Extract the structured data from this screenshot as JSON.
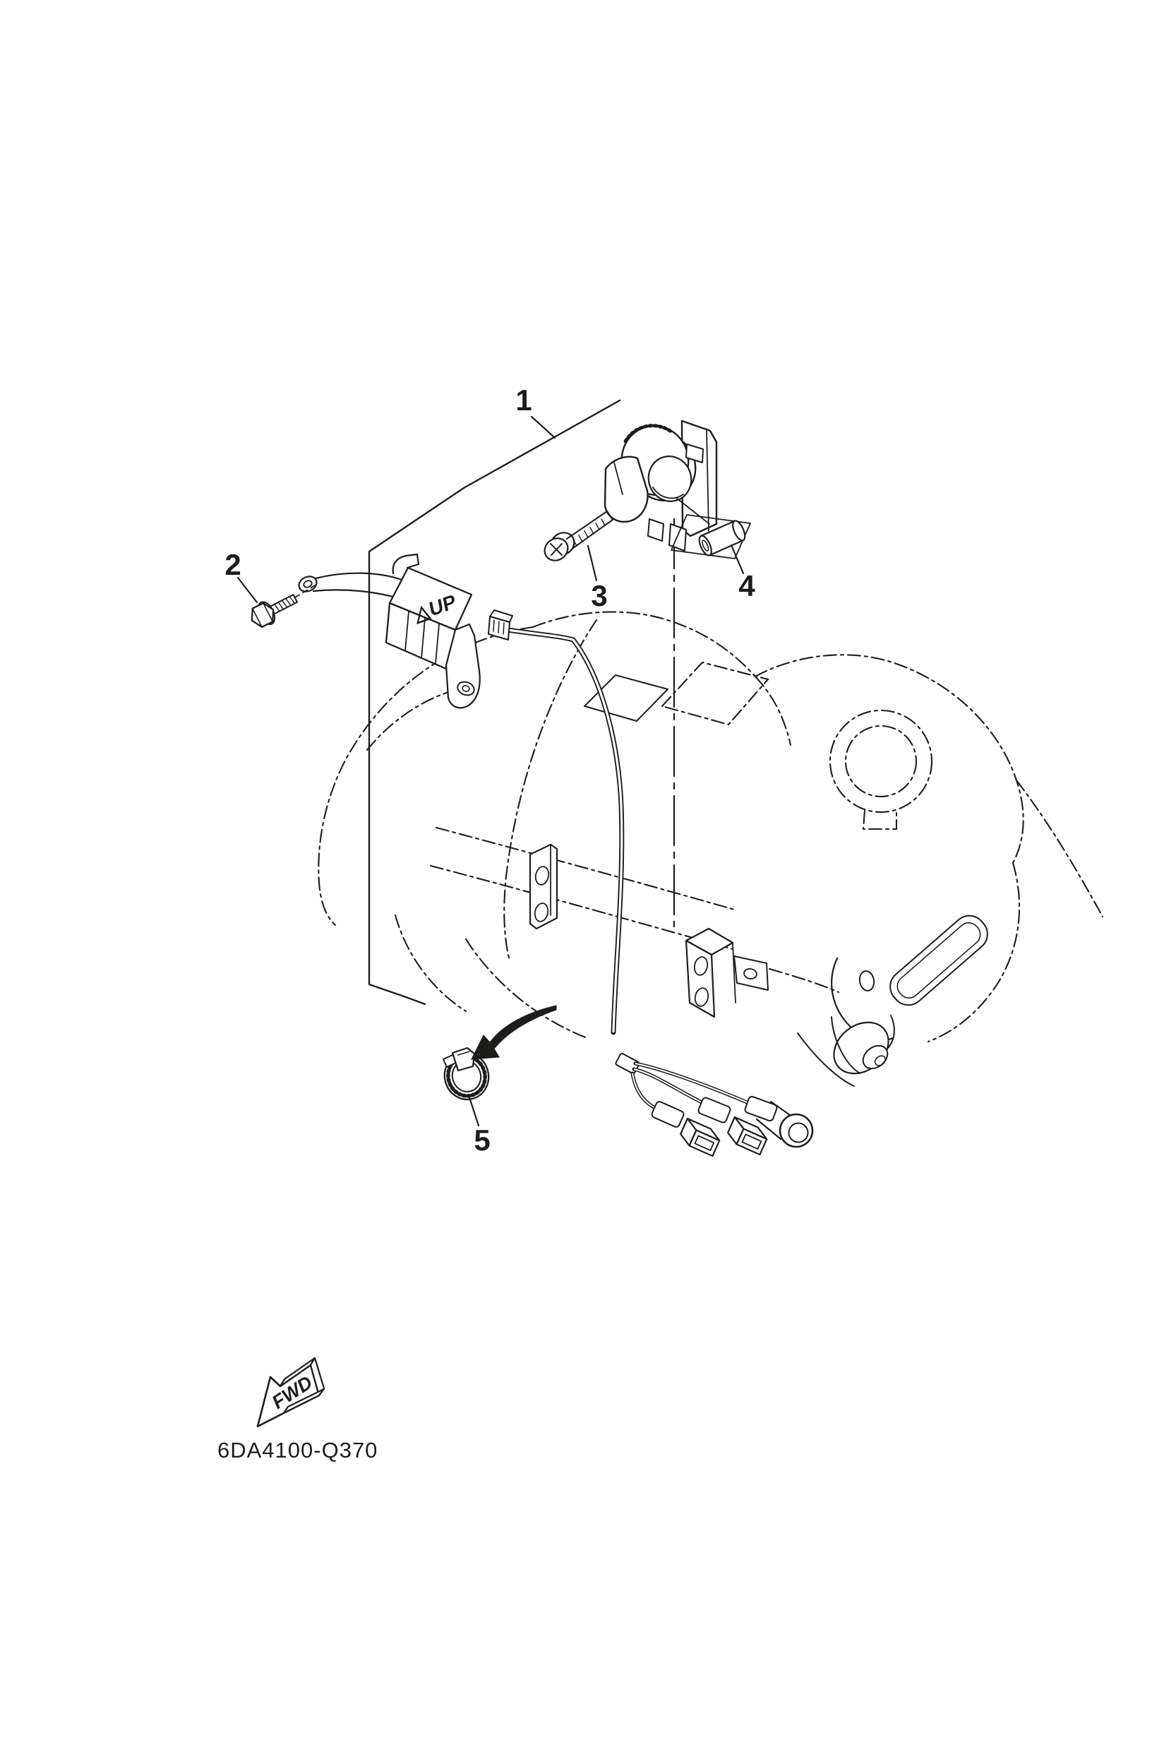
{
  "figure": {
    "type": "exploded-parts-diagram",
    "part_number": "6DA4100-Q370",
    "orientation_label": "FWD",
    "bracket_marking": "△UP",
    "callouts": [
      {
        "number": "1"
      },
      {
        "number": "2"
      },
      {
        "number": "3"
      },
      {
        "number": "4"
      },
      {
        "number": "5"
      }
    ],
    "colors": {
      "background": "#ffffff",
      "line": "#1d1d1b"
    }
  }
}
